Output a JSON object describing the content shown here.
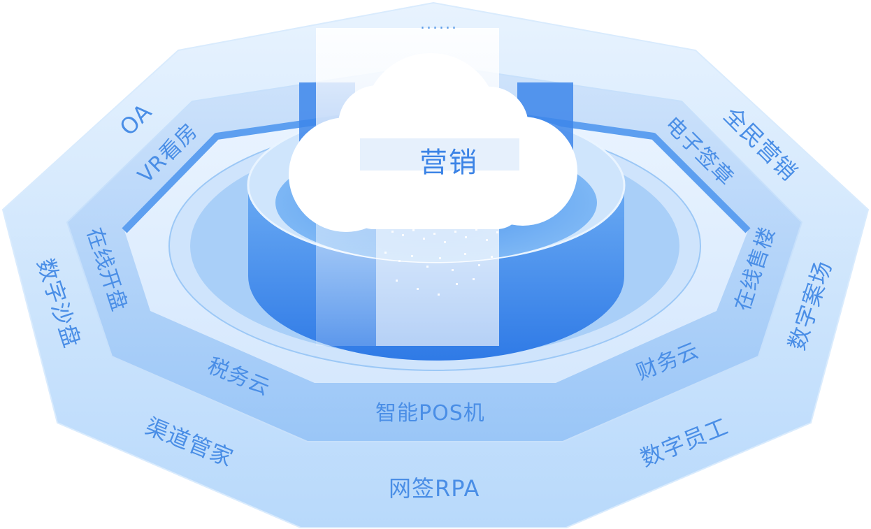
{
  "top_dots": "......",
  "center_title": "营销",
  "inner_ring": {
    "top_left": "VR看房",
    "top_right": "电子签章",
    "left": "在线开盘",
    "right": "在线售楼",
    "bottom_left": "税务云",
    "bottom_right": "财务云",
    "bottom": "智能POS机"
  },
  "outer_ring": {
    "top_left": "OA",
    "top_right": "全民营销",
    "left": "数字沙盘",
    "right": "数字案场",
    "bottom_left": "渠道管家",
    "bottom_right": "数字员工",
    "bottom": "网签RPA"
  },
  "colors": {
    "label_blue": "#4a8ee6",
    "outer_fill": "#cfe4fb",
    "inner_fill": "#b7d6f8",
    "core_blue": "#3a86ee",
    "cloud": "#ffffff"
  }
}
